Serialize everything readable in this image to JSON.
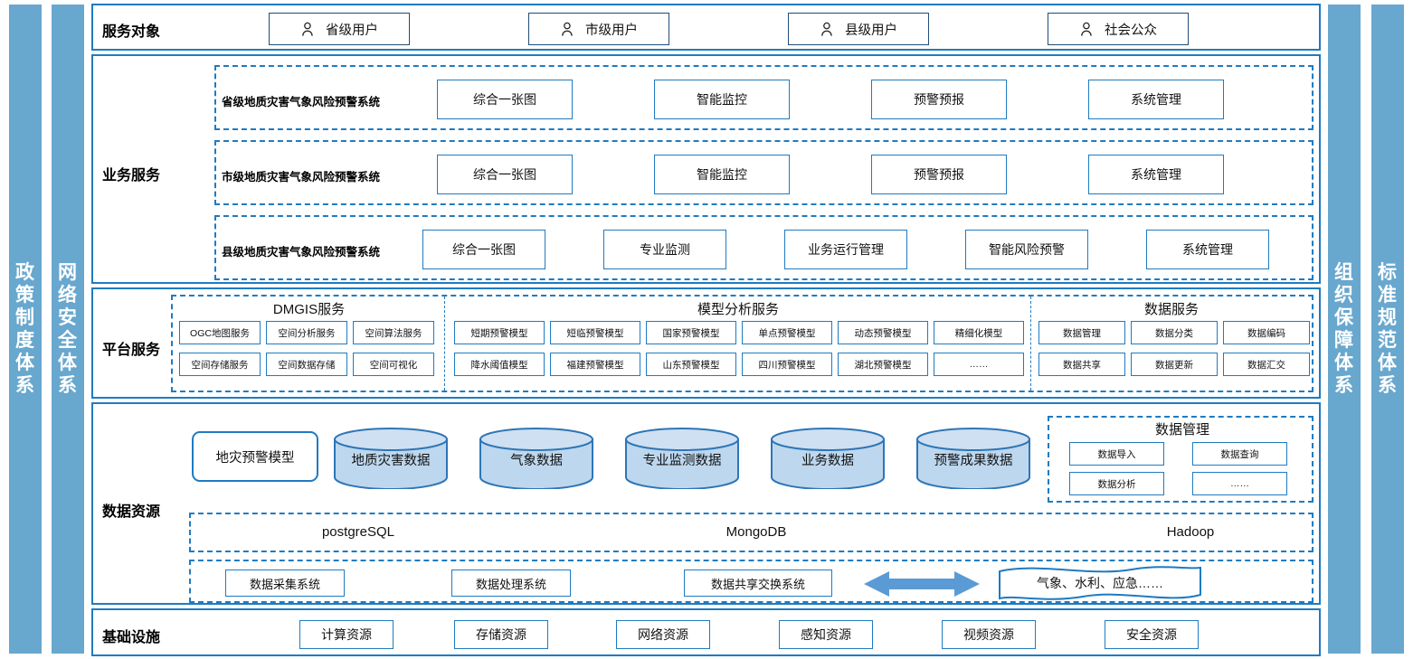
{
  "side_bars": {
    "left": [
      {
        "name": "policy-system",
        "label": "政策制度体系"
      },
      {
        "name": "network-security-system",
        "label": "网络安全体系"
      }
    ],
    "right": [
      {
        "name": "organization-guarantee-system",
        "label": "组织保障体系"
      },
      {
        "name": "standard-specification-system",
        "label": "标准规范体系"
      }
    ],
    "color": "#68A7CE"
  },
  "layers": {
    "service_objects": {
      "label": "服务对象",
      "users": [
        {
          "icon": "person-icon",
          "label": "省级用户"
        },
        {
          "icon": "person-icon",
          "label": "市级用户"
        },
        {
          "icon": "person-icon",
          "label": "县级用户"
        },
        {
          "icon": "person-icon",
          "label": "社会公众"
        }
      ]
    },
    "business_service": {
      "label": "业务服务",
      "systems": [
        {
          "name": "省级地质灾害气象风险预警系统",
          "modules": [
            "综合一张图",
            "智能监控",
            "预警预报",
            "系统管理"
          ]
        },
        {
          "name": "市级地质灾害气象风险预警系统",
          "modules": [
            "综合一张图",
            "智能监控",
            "预警预报",
            "系统管理"
          ]
        },
        {
          "name": "县级地质灾害气象风险预警系统",
          "modules": [
            "综合一张图",
            "专业监测",
            "业务运行管理",
            "智能风险预警",
            "系统管理"
          ]
        }
      ]
    },
    "platform_service": {
      "label": "平台服务",
      "groups": [
        {
          "title": "DMGIS服务",
          "row1": [
            "OGC地图服务",
            "空间分析服务",
            "空间算法服务"
          ],
          "row2": [
            "空间存储服务",
            "空间数据存储",
            "空间可视化"
          ]
        },
        {
          "title": "模型分析服务",
          "row1": [
            "短期预警模型",
            "短临预警模型",
            "国家预警模型",
            "单点预警模型",
            "动态预警模型",
            "精细化模型"
          ],
          "row2": [
            "降水阈值模型",
            "福建预警模型",
            "山东预警模型",
            "四川预警模型",
            "湖北预警模型",
            "……"
          ]
        },
        {
          "title": "数据服务",
          "row1": [
            "数据管理",
            "数据分类",
            "数据编码"
          ],
          "row2": [
            "数据共享",
            "数据更新",
            "数据汇交"
          ]
        }
      ]
    },
    "data_resource": {
      "label": "数据资源",
      "model_box": "地灾预警模型",
      "cylinders": [
        "地质灾害数据",
        "气象数据",
        "专业监测数据",
        "业务数据",
        "预警成果数据"
      ],
      "data_management": {
        "title": "数据管理",
        "items": [
          "数据导入",
          "数据查询",
          "数据分析",
          "……"
        ]
      },
      "databases": [
        "postgreSQL",
        "MongoDB",
        "Hadoop"
      ],
      "pipeline": {
        "systems": [
          "数据采集系统",
          "数据处理系统",
          "数据共享交换系统"
        ],
        "arrow": "double-arrow-icon",
        "external": "气象、水利、应急……"
      }
    },
    "infrastructure": {
      "label": "基础设施",
      "resources": [
        "计算资源",
        "存储资源",
        "网络资源",
        "感知资源",
        "视频资源",
        "安全资源"
      ]
    }
  },
  "colors": {
    "accent": "#1F7BC1",
    "bar": "#68A7CE",
    "cylinder_fill": "#BDD7EE",
    "cylinder_stroke": "#2E75B6",
    "dark_outline": "#1F4E79"
  }
}
